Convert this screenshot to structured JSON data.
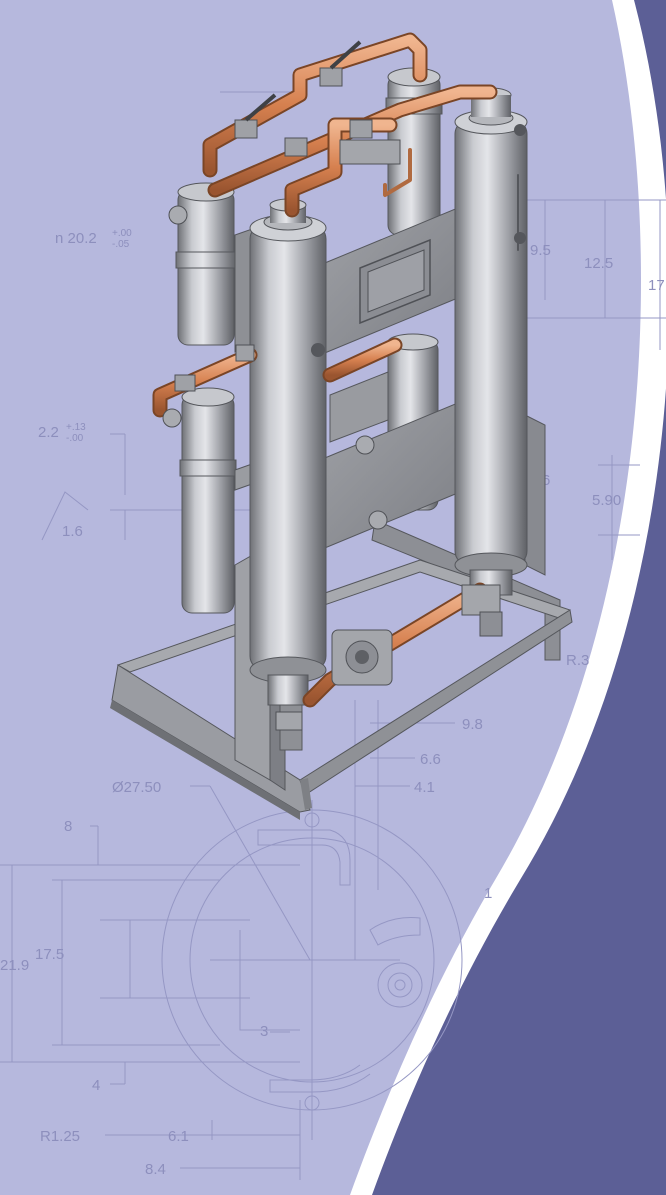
{
  "colors": {
    "background_outer": "#5c5f96",
    "background_panel": "#b6b8dd",
    "curve_edge": "#ffffff",
    "drawing_lines": "#9597c4",
    "drawing_text": "#8d8fbd",
    "steel": "#a9abb0",
    "copper": "#d98a5e"
  },
  "dimensions": {
    "d_n20": "n 20.2",
    "d_n20_tol_plus": "+.00",
    "d_n20_tol_minus": "-.05",
    "d_9_5": "9.5",
    "d_12_5": "12.5",
    "d_17": "17",
    "d_2_2": "2.2",
    "d_2_2_tol_plus": "+.13",
    "d_2_2_tol_minus": "-.00",
    "d_1_6": "1.6",
    "d_6": "6",
    "d_5_90": "5.90",
    "d_r3": "R.3",
    "d_9_8": "9.8",
    "d_6_6": "6.6",
    "d_4_1": "4.1",
    "d_dia": "Ø27.50",
    "d_8": "8",
    "d_21_9": "21.9",
    "d_17_5": "17.5",
    "d_1": "1",
    "d_3": "3",
    "d_4": "4",
    "d_r125": "R1.25",
    "d_6_1": "6.1",
    "d_8_4": "8.4"
  },
  "components": [
    "skid-frame",
    "adsorption-tower-left",
    "adsorption-tower-right",
    "prefilter-left",
    "afterfilter-right",
    "copper-piping",
    "ball-valves",
    "control-panel",
    "switching-valve"
  ]
}
